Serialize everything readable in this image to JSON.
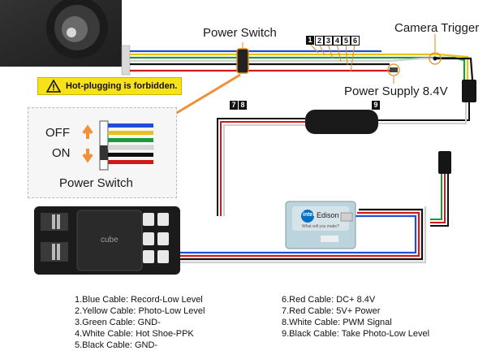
{
  "labels": {
    "power_switch_top": "Power Switch",
    "camera_trigger": "Camera Trigger",
    "power_supply": "Power Supply 8.4V",
    "warning": "Hot-plugging is forbidden.",
    "switch_off": "OFF",
    "switch_on": "ON",
    "power_switch_detail": "Power Switch",
    "intel_brand": "intel",
    "edison_label": "Edison",
    "edison_slogan": "What will you make?",
    "cube_label": "cube"
  },
  "pin_numbers": [
    "1",
    "2",
    "3",
    "4",
    "5",
    "6",
    "7",
    "8",
    "9"
  ],
  "legend_left": [
    "1.Blue Cable: Record-Low Level",
    "2.Yellow Cable: Photo-Low Level",
    "3.Green Cable: GND-",
    "4.White Cable: Hot Shoe-PPK",
    "5.Black Cable: GND-"
  ],
  "legend_right": [
    "6.Red Cable: DC+ 8.4V",
    "7.Red Cable: 5V+ Power",
    "8.White Cable: PWM Signal",
    "9.Black Cable: Take Photo-Low Level"
  ],
  "colors": {
    "blue": "#1f4fd8",
    "yellow": "#e8c21a",
    "green": "#1a9a3a",
    "white_wire": "#d8d8d8",
    "black": "#111111",
    "red": "#d01818",
    "orange_arrow": "#f0913a",
    "warning_bg": "#f7e219"
  }
}
